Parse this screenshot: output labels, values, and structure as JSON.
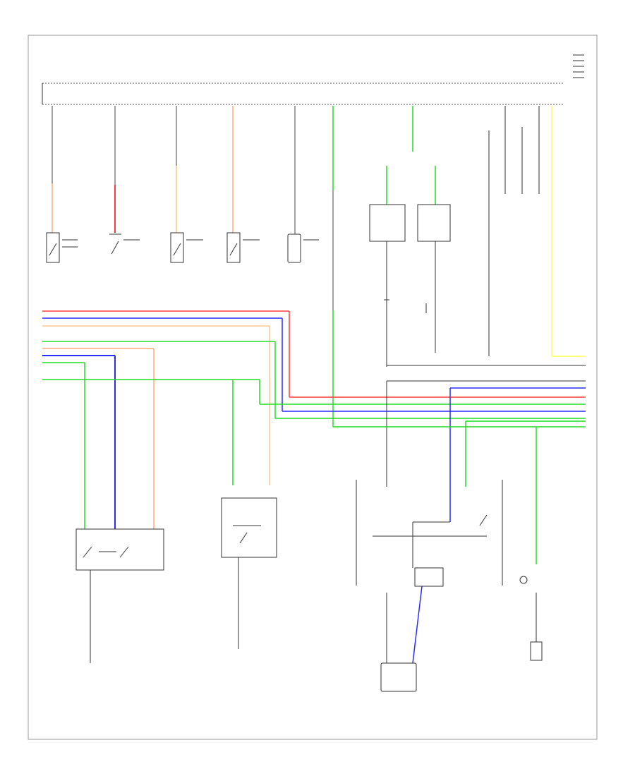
{
  "footer": {
    "code": ""
  },
  "colors": {
    "red": "#ff3b3b",
    "blue": "#2b2bff",
    "green": "#22dd22",
    "orange": "#ffab7a",
    "peach": "#ffc98a",
    "yellow": "#ffff55",
    "black": "#333333"
  },
  "components": [
    {
      "id": "top-bus",
      "label": ""
    },
    {
      "id": "sw1",
      "label": ""
    },
    {
      "id": "sw2",
      "label": ""
    },
    {
      "id": "sw3",
      "label": ""
    },
    {
      "id": "sw4",
      "label": ""
    },
    {
      "id": "module-a",
      "label": ""
    },
    {
      "id": "module-b",
      "label": ""
    },
    {
      "id": "module-c",
      "label": ""
    },
    {
      "id": "relay-left",
      "label": ""
    },
    {
      "id": "relay-mid",
      "label": ""
    },
    {
      "id": "motor-block",
      "label": ""
    },
    {
      "id": "bulb",
      "label": ""
    }
  ]
}
